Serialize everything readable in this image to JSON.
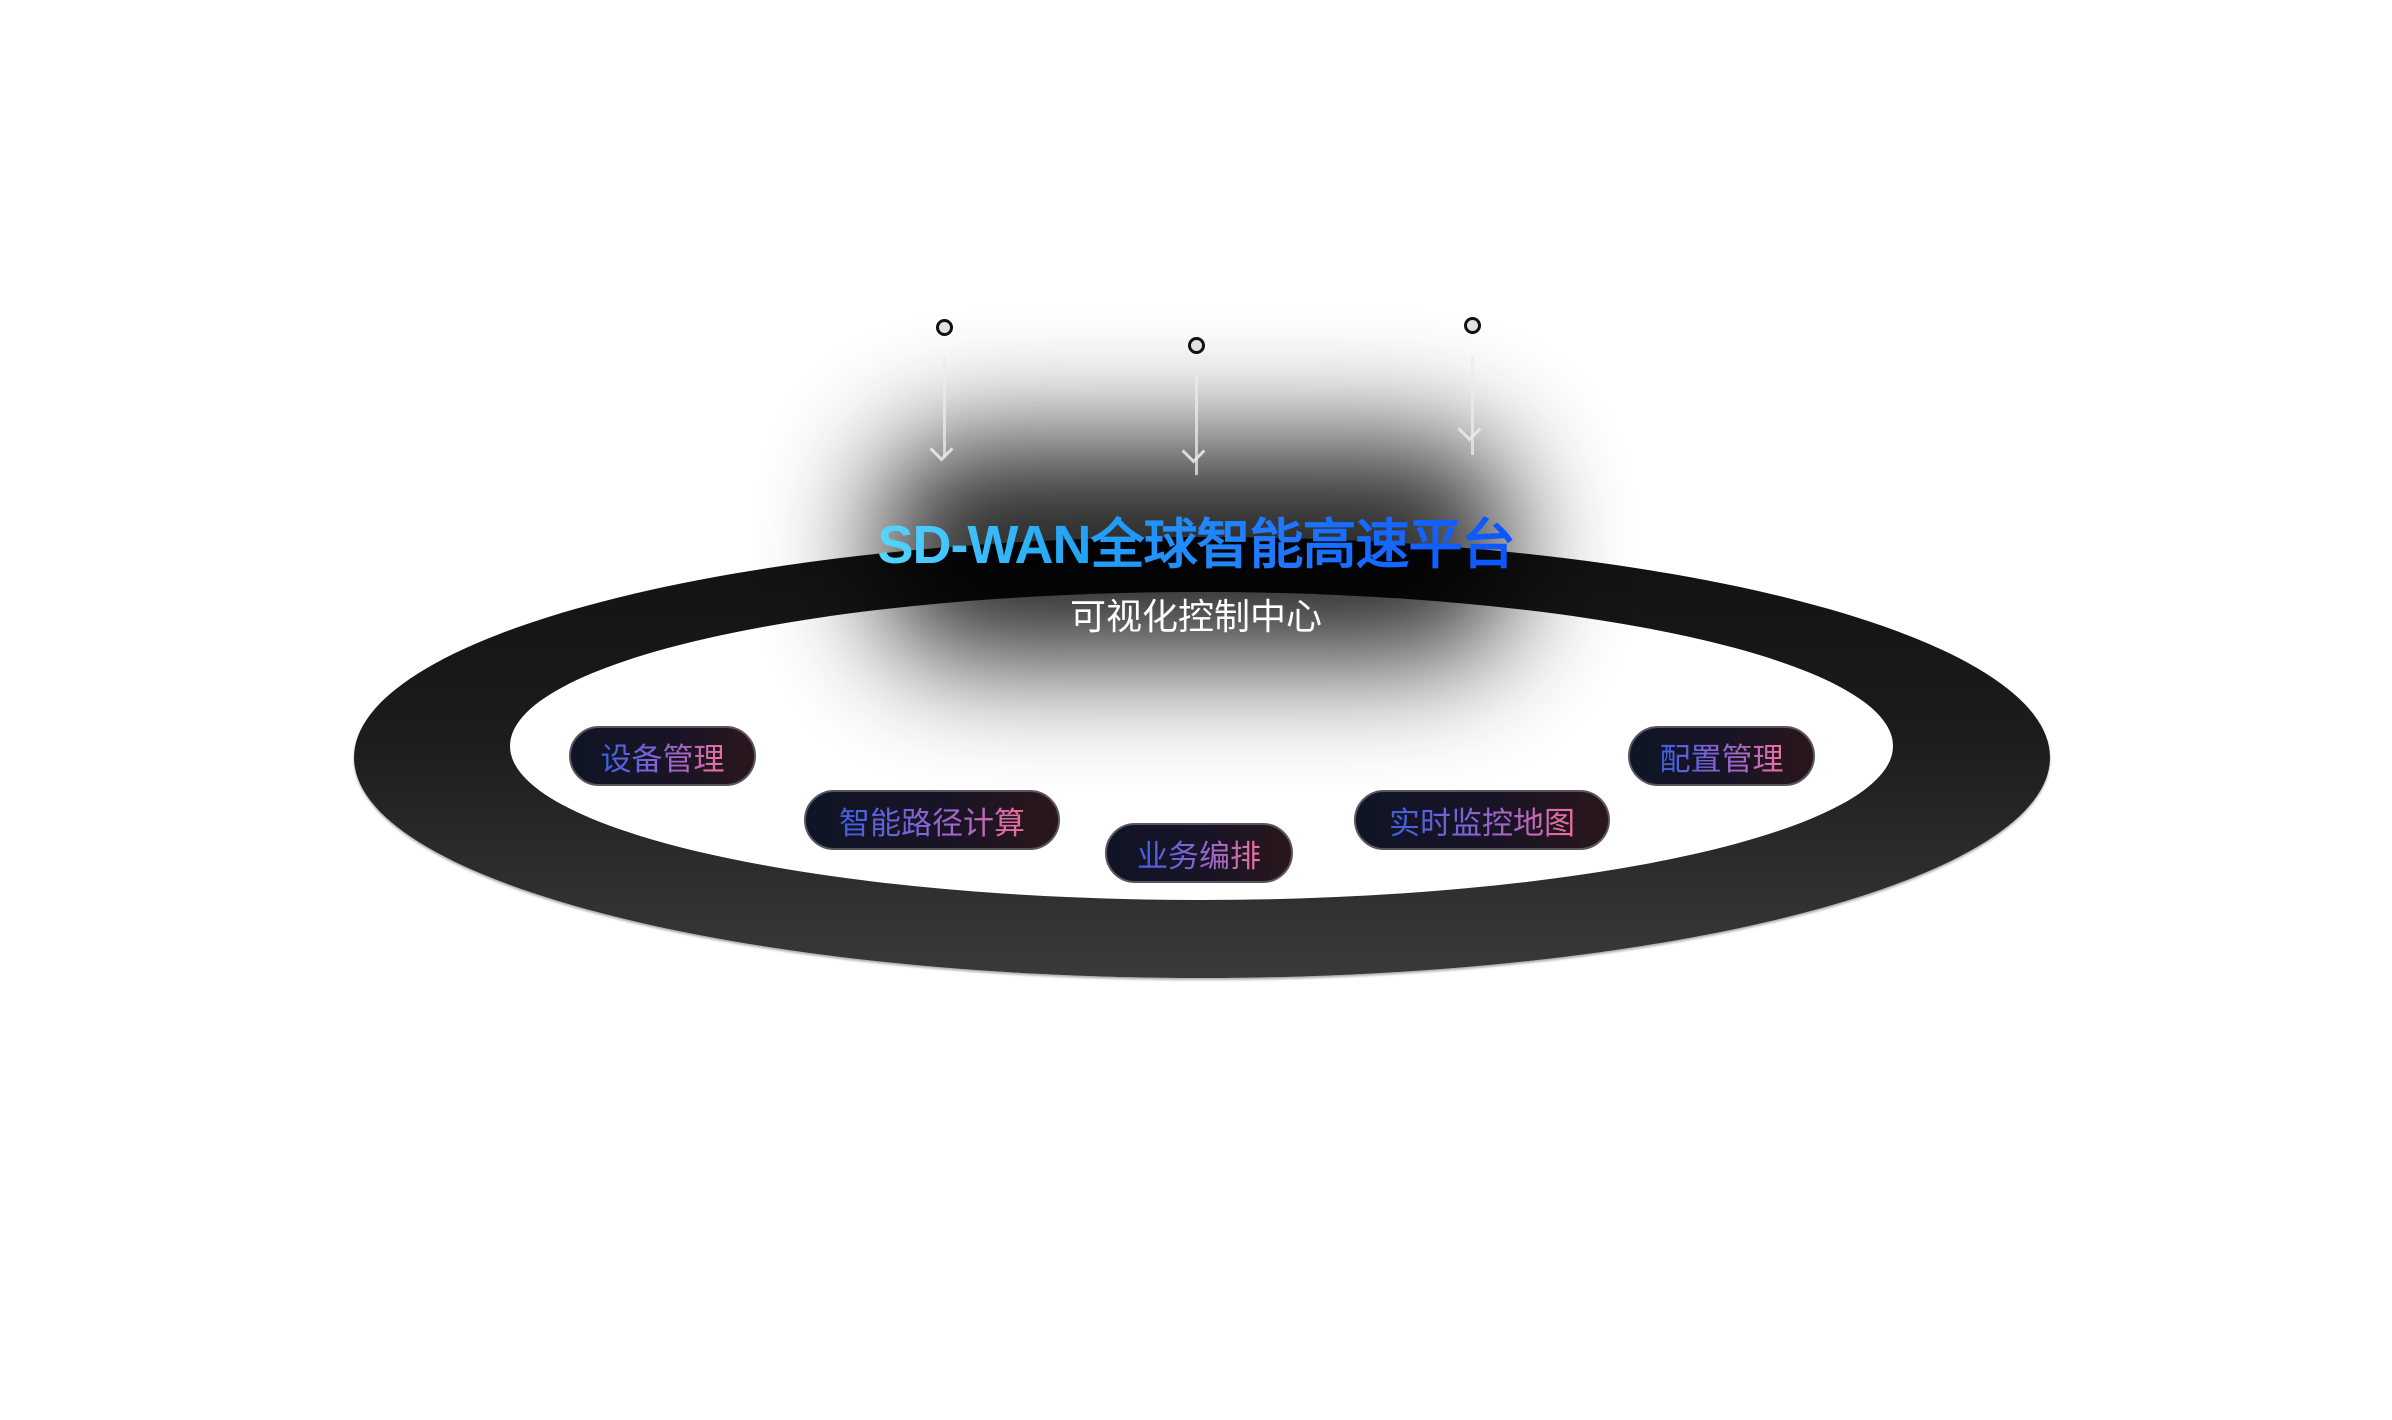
{
  "diagram": {
    "title": "SD-WAN全球智能高速平台",
    "subtitle": "可视化控制中心",
    "modules": [
      {
        "label": "设备管理"
      },
      {
        "label": "智能路径计算"
      },
      {
        "label": "业务编排"
      },
      {
        "label": "实时监控地图"
      },
      {
        "label": "配置管理"
      }
    ],
    "inputs": [
      {
        "icon": "circle-node-icon"
      },
      {
        "icon": "circle-node-icon"
      },
      {
        "icon": "circle-node-icon"
      }
    ],
    "colors": {
      "title_gradient_start": "#55d6ff",
      "title_gradient_end": "#0a55ff",
      "pill_text_start": "#3a5fe0",
      "pill_text_end": "#f0709a",
      "ring": "#1a1a1a"
    }
  }
}
